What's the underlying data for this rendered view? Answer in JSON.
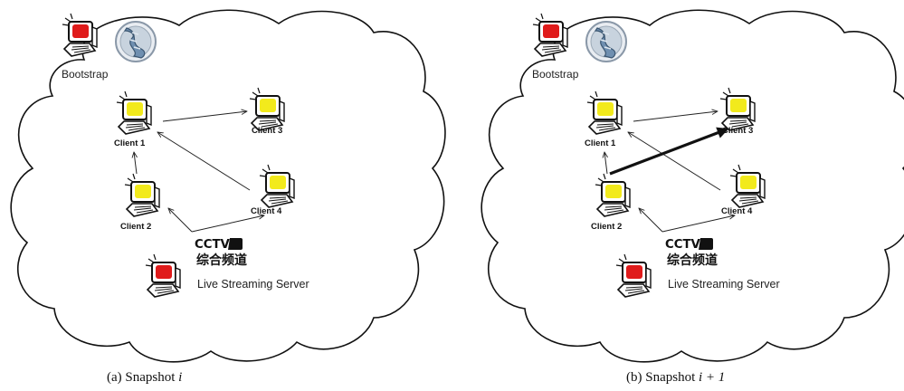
{
  "panels": [
    {
      "bootstrap_label": "Bootstrap",
      "clients": [
        "Client  1",
        "Client  2",
        "Client  3",
        "Client  4"
      ],
      "logo_text": "CCTV1",
      "logo_subtitle": "综合频道",
      "server_label": "Live Streaming Server",
      "caption_prefix": "(a)  Snapshot ",
      "caption_math": "i"
    },
    {
      "bootstrap_label": "Bootstrap",
      "clients": [
        "Client  1",
        "Client  2",
        "Client  3",
        "Client  4"
      ],
      "logo_text": "CCTV1",
      "logo_subtitle": "综合频道",
      "server_label": "Live Streaming Server",
      "caption_prefix": "(b)  Snapshot ",
      "caption_math": "i + 1"
    }
  ],
  "colors": {
    "peer_screen": "#f2ea1c",
    "server_screen": "#e01b1b",
    "outline": "#111111"
  }
}
